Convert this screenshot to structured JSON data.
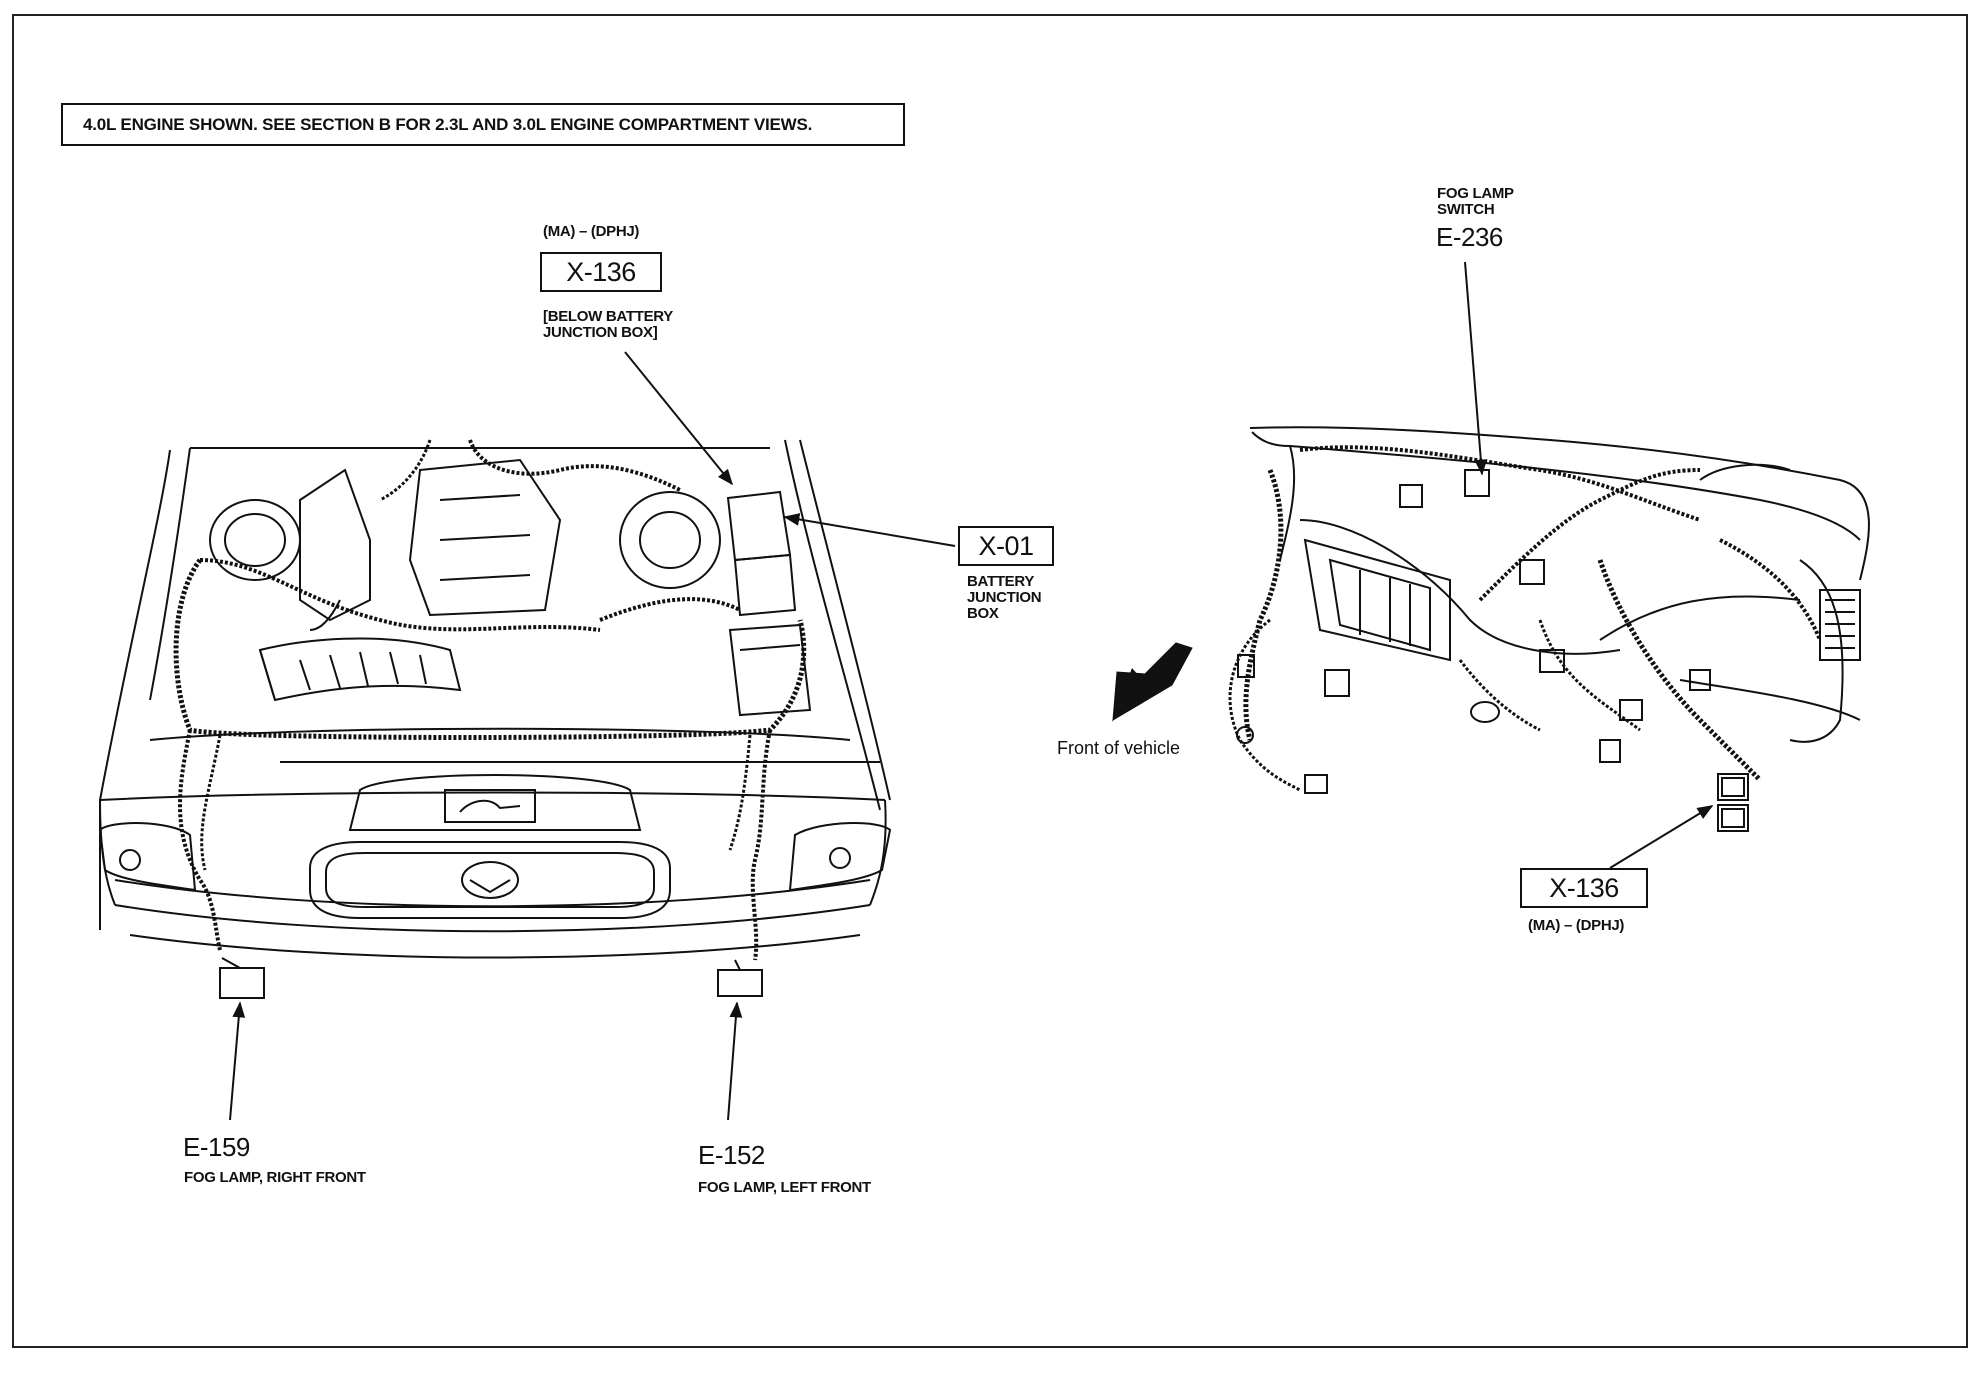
{
  "notice": "4.0L ENGINE SHOWN. SEE SECTION B FOR 2.3L AND 3.0L ENGINE COMPARTMENT VIEWS.",
  "connectors": {
    "x136_top": {
      "id": "X-136",
      "variant": "(MA) – (DPHJ)",
      "location_line1": "[BELOW BATTERY",
      "location_line2": "JUNCTION BOX]"
    },
    "x01": {
      "id": "X-01",
      "desc_line1": "BATTERY",
      "desc_line2": "JUNCTION",
      "desc_line3": "BOX"
    },
    "e236": {
      "id": "E-236",
      "desc_line1": "FOG LAMP",
      "desc_line2": "SWITCH"
    },
    "x136_dash": {
      "id": "X-136",
      "variant": "(MA) – (DPHJ)"
    },
    "e159": {
      "id": "E-159",
      "desc": "FOG LAMP, RIGHT FRONT"
    },
    "e152": {
      "id": "E-152",
      "desc": "FOG LAMP, LEFT FRONT"
    }
  },
  "direction_label": "Front of vehicle"
}
